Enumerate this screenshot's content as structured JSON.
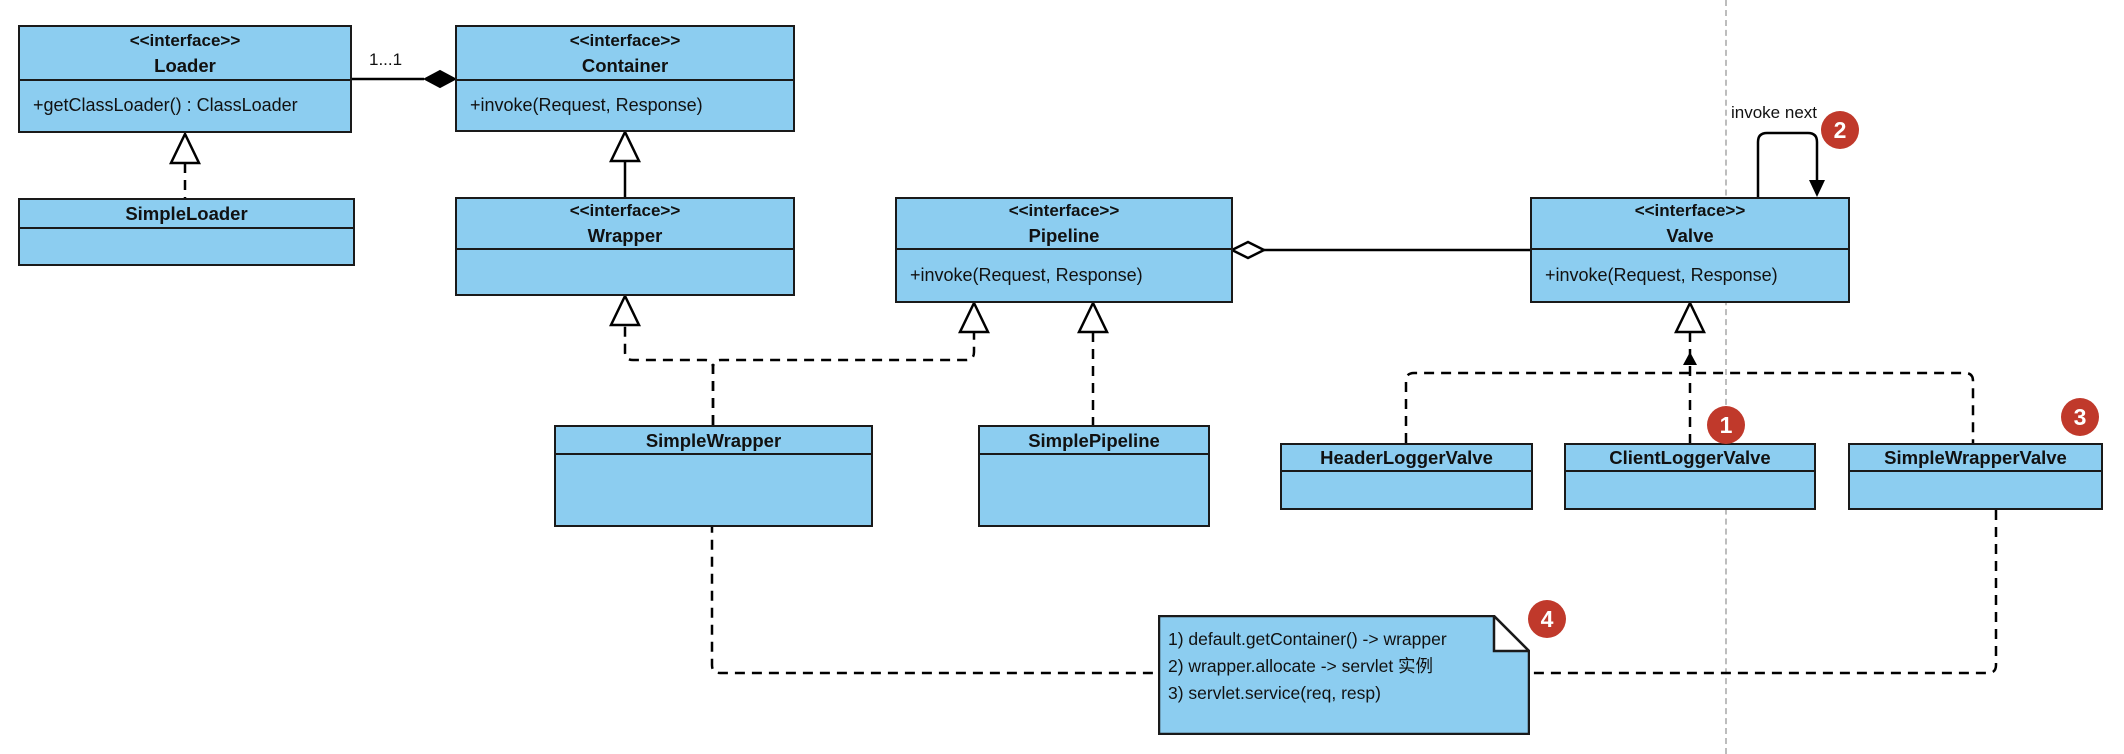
{
  "colors": {
    "class_fill": "#8CCDF0",
    "class_border": "#1a1a1a",
    "badge_red": "#C0392B",
    "page_line": "#bdbdbd",
    "connector": "#000000"
  },
  "labels": {
    "multiplicity": "1...1",
    "self_loop": "invoke next"
  },
  "classes": {
    "loader": {
      "stereotype": "<<interface>>",
      "name": "Loader",
      "method": "+getClassLoader() : ClassLoader"
    },
    "container": {
      "stereotype": "<<interface>>",
      "name": "Container",
      "method": "+invoke(Request, Response)"
    },
    "simple_loader": {
      "name": "SimpleLoader"
    },
    "wrapper": {
      "stereotype": "<<interface>>",
      "name": "Wrapper"
    },
    "pipeline": {
      "stereotype": "<<interface>>",
      "name": "Pipeline",
      "method": "+invoke(Request, Response)"
    },
    "valve": {
      "stereotype": "<<interface>>",
      "name": "Valve",
      "method": "+invoke(Request, Response)"
    },
    "simple_wrapper": {
      "name": "SimpleWrapper"
    },
    "simple_pipeline": {
      "name": "SimplePipeline"
    },
    "header_logger_valve": {
      "name": "HeaderLoggerValve"
    },
    "client_logger_valve": {
      "name": "ClientLoggerValve"
    },
    "simple_wrapper_valve": {
      "name": "SimpleWrapperValve"
    }
  },
  "note": {
    "line1": "1) default.getContainer() -> wrapper",
    "line2": "2) wrapper.allocate -> servlet 实例",
    "line3": "3) servlet.service(req, resp)"
  },
  "badges": {
    "b1": "1",
    "b2": "2",
    "b3": "3",
    "b4": "4"
  }
}
